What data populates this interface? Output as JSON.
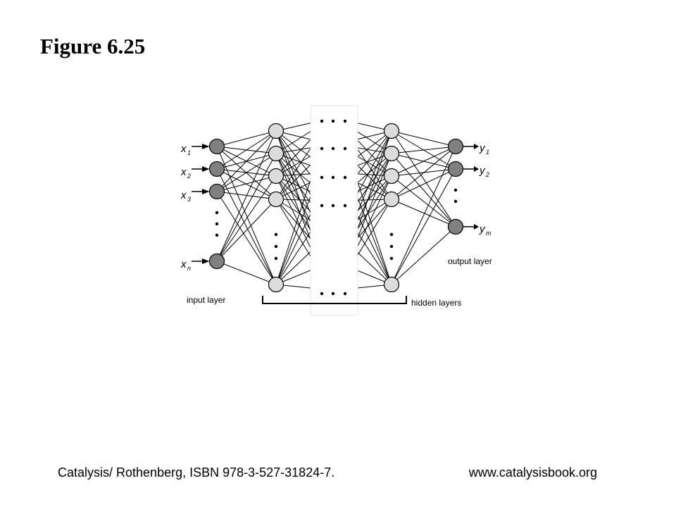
{
  "figure": {
    "title": "Figure 6.25"
  },
  "diagram": {
    "inputs": [
      {
        "var": "x",
        "sub": "1"
      },
      {
        "var": "x",
        "sub": "2"
      },
      {
        "var": "x",
        "sub": "3"
      },
      {
        "var": "x",
        "sub": "n"
      }
    ],
    "outputs": [
      {
        "var": "y",
        "sub": "1"
      },
      {
        "var": "y",
        "sub": "2"
      },
      {
        "var": "y",
        "sub": "m"
      }
    ],
    "labels": {
      "input_layer": "input layer",
      "hidden_layers": "hidden layers",
      "output_layer": "output layer"
    },
    "colors": {
      "input_node": "#808080",
      "hidden_node": "#dcdcdc",
      "output_node": "#808080"
    }
  },
  "footer": {
    "citation": "Catalysis/ Rothenberg, ISBN 978-3-527-31824-7.",
    "url": "www.catalysisbook.org"
  }
}
